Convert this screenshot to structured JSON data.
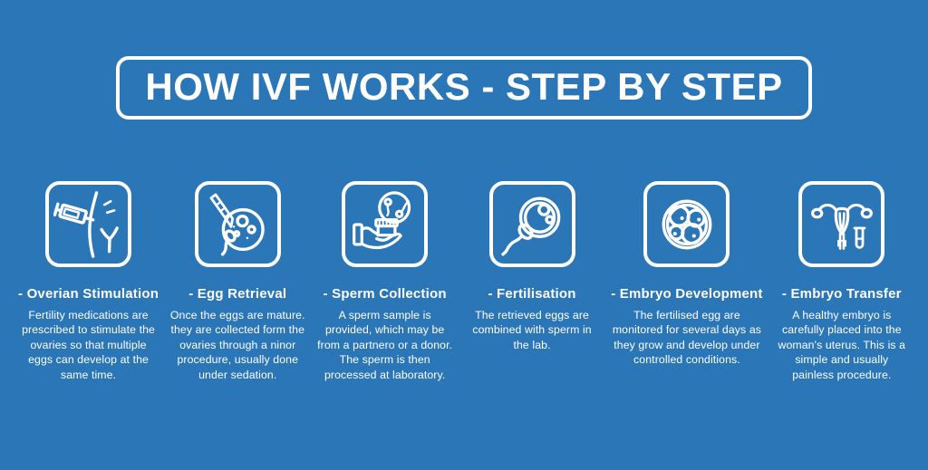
{
  "page": {
    "background_color": "#2a76b7",
    "foreground_color": "#ffffff"
  },
  "header": {
    "title": "HOW IVF WORKS - STEP BY STEP"
  },
  "steps": [
    {
      "icon": "syringe-injection-icon",
      "title": "- Overian Stimulation",
      "description": "Fertility medications are prescribed to stimulate the ovaries so that multiple eggs can develop at the same time."
    },
    {
      "icon": "egg-retrieval-needle-icon",
      "title": "- Egg Retrieval",
      "description": "Once the eggs are mature. they are collected form the ovaries through a ninor procedure, usually done under sedation."
    },
    {
      "icon": "sperm-sample-hand-icon",
      "title": "- Sperm Collection",
      "description": "A sperm sample is provided, which may be from a partnero or a donor. The sperm is then processed at laboratory."
    },
    {
      "icon": "sperm-egg-fertilisation-icon",
      "title": "- Fertilisation",
      "description": "The retrieved eggs are combined with sperm in the lab."
    },
    {
      "icon": "embryo-cells-icon",
      "title": "- Embryo Development",
      "description": "The fertilised egg are monitored for several days as they grow and develop under controlled conditions."
    },
    {
      "icon": "uterus-transfer-icon",
      "title": "- Embryo Transfer",
      "description": "A healthy embryo is carefully placed into the woman's uterus. This is a simple and usually painless procedure."
    }
  ]
}
